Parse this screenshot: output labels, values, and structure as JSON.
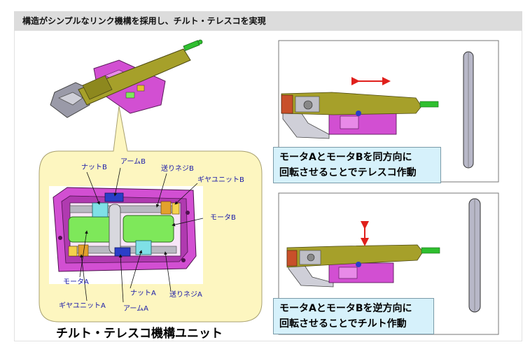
{
  "header": {
    "title": "構造がシンプルなリンク機構を採用し、チルト・テレスコを実現"
  },
  "unit": {
    "title": "チルト・テレスコ機構ユニット",
    "labels": {
      "nut_b": "ナットB",
      "arm_b": "アームB",
      "feed_screw_b": "送りネジB",
      "gear_unit_b": "ギヤユニットB",
      "motor_b": "モータB",
      "motor_a": "モータA",
      "nut_a": "ナットA",
      "feed_screw_a": "送りネジA",
      "gear_unit_a": "ギヤユニットA",
      "arm_a": "アームA"
    }
  },
  "telescope_panel": {
    "caption_line1": "モータAとモータBを同方向に",
    "caption_line2": "回転させることでテレスコ作動"
  },
  "tilt_panel": {
    "caption_line1": "モータAとモータBを逆方向に",
    "caption_line2": "回転させることでチルト作動"
  },
  "colors": {
    "column": "#a6a02a",
    "housing": "#d24fd2",
    "motor": "#7ee85a",
    "arrow": "#e0201c",
    "callout": "#fdf6c0",
    "caption_bg": "#d6f1fb",
    "label_text": "#1a1aa8"
  }
}
